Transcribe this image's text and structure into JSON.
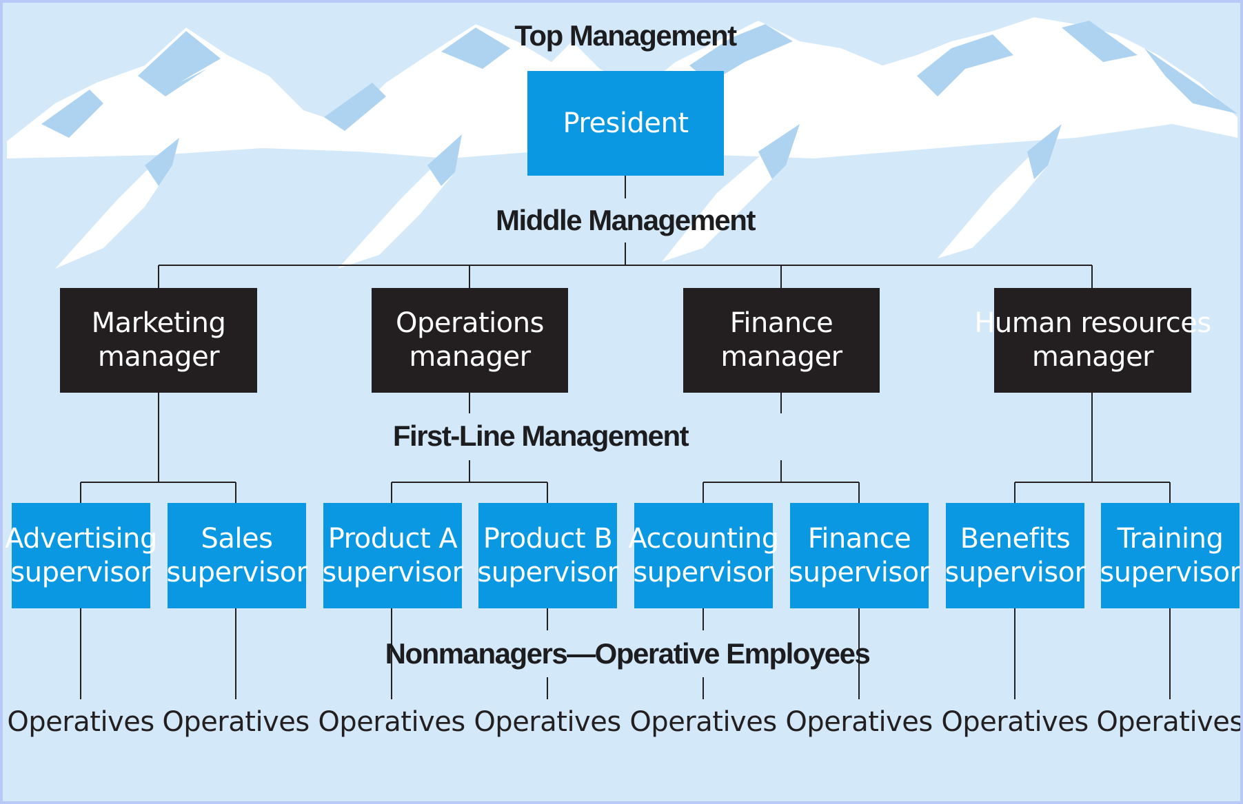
{
  "colors": {
    "sky": "#d3e8f8",
    "mountain_snow": "#ffffff",
    "mountain_shade": "#aed3f1",
    "frame": "#b9c9f7",
    "blue_box": "#0a98e2",
    "dark_box": "#231f20",
    "connector": "#231f20",
    "label_text": "#1d1d1f"
  },
  "levels": {
    "top": "Top Management",
    "middle": "Middle Management",
    "first_line": "First-Line Management",
    "nonmanagers": "Nonmanagers—Operative Employees"
  },
  "top_box": {
    "line1": "President"
  },
  "middle_boxes": [
    {
      "line1": "Marketing",
      "line2": "manager"
    },
    {
      "line1": "Operations",
      "line2": "manager"
    },
    {
      "line1": "Finance",
      "line2": "manager"
    },
    {
      "line1": "Human resources",
      "line2": "manager"
    }
  ],
  "first_line_boxes": [
    {
      "line1": "Advertising",
      "line2": "supervisor"
    },
    {
      "line1": "Sales",
      "line2": "supervisor"
    },
    {
      "line1": "Product A",
      "line2": "supervisor"
    },
    {
      "line1": "Product B",
      "line2": "supervisor"
    },
    {
      "line1": "Accounting",
      "line2": "supervisor"
    },
    {
      "line1": "Finance",
      "line2": "supervisor"
    },
    {
      "line1": "Benefits",
      "line2": "supervisor"
    },
    {
      "line1": "Training",
      "line2": "supervisor"
    }
  ],
  "operatives": [
    "Operatives",
    "Operatives",
    "Operatives",
    "Operatives",
    "Operatives",
    "Operatives",
    "Operatives",
    "Operatives"
  ]
}
